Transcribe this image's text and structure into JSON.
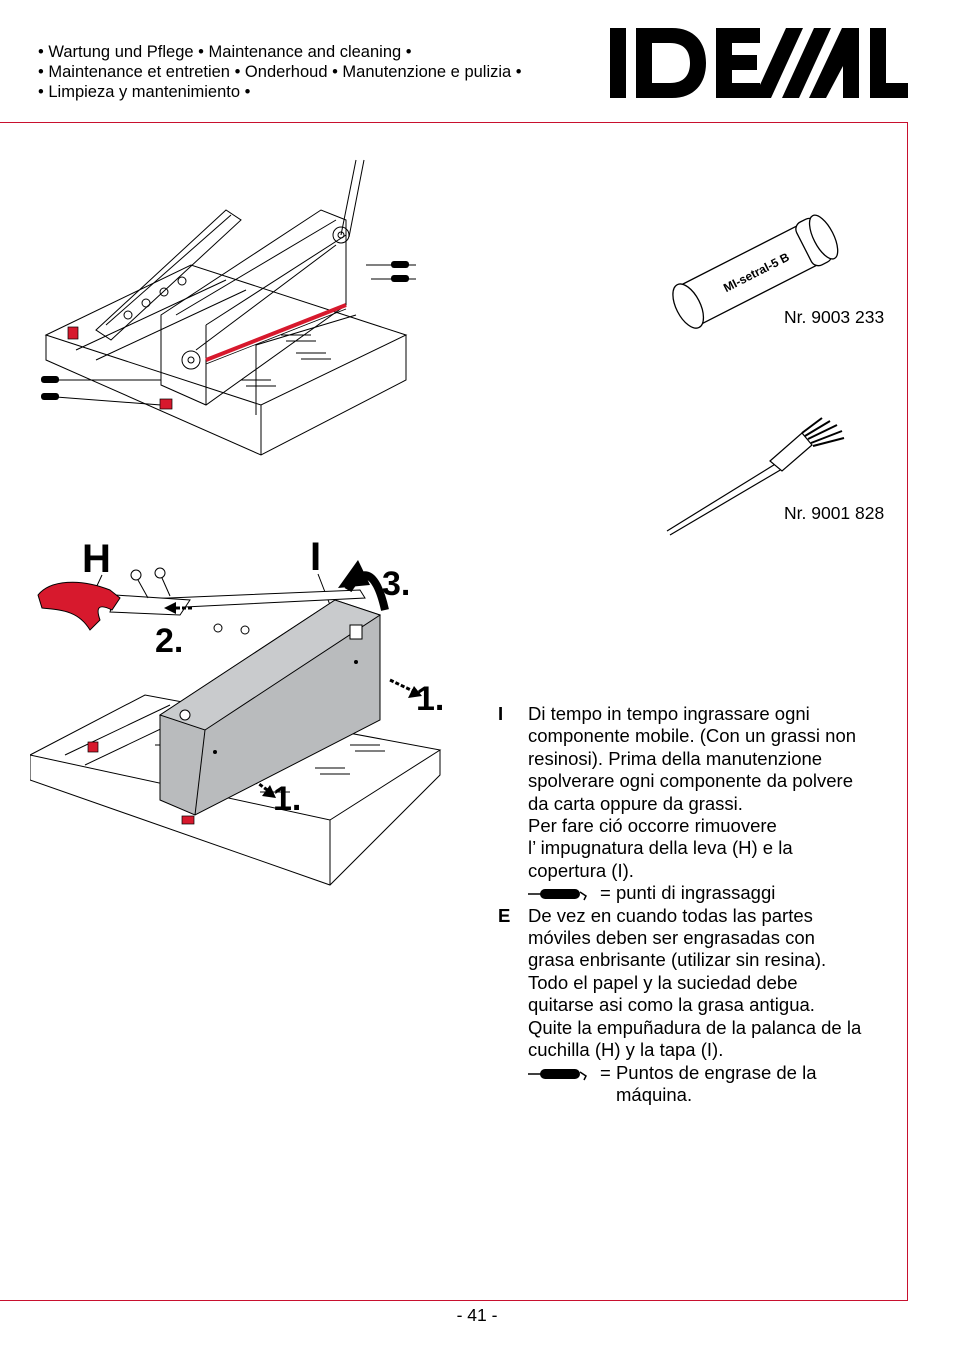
{
  "header": {
    "line1": "• Wartung und Pflege • Maintenance and cleaning •",
    "line2": "• Maintenance et entretien • Onderhoud • Manutenzione e pulizia •",
    "line3": "• Limpieza y mantenimiento •"
  },
  "logo": {
    "text": "IDEAL",
    "color": "#000000"
  },
  "colors": {
    "frame": "#c8102e",
    "handle": "#d7192d",
    "cover": "#b9bbbd"
  },
  "figures": {
    "callout_h": "H",
    "callout_i": "I",
    "step1": "1.",
    "step2": "2.",
    "step3": "3.",
    "tube_label": "MI-setral-5 B"
  },
  "parts": {
    "grease": "Nr. 9003 233",
    "brush": "Nr. 9001 828"
  },
  "instructions": {
    "italian": {
      "lang": "I",
      "lines": [
        "Di tempo in tempo ingrassare ogni",
        "componente mobile. (Con un grassi non",
        "resinosi). Prima della manutenzione",
        "spolverare ogni componente da polvere",
        "da carta oppure da grassi.",
        "Per fare ció occorre rimuovere",
        "l’ impugnatura della leva (H) e la",
        "copertura (I)."
      ],
      "legend": "= punti di ingrassaggi"
    },
    "spanish": {
      "lang": "E",
      "lines": [
        "De vez en cuando todas las partes",
        "móviles deben ser engrasadas con",
        "grasa enbrisante (utilizar sin resina).",
        "Todo el papel y la suciedad debe",
        "quitarse asi como la grasa antigua.",
        "Quite la empuñadura de la palanca de la",
        "cuchilla (H) y la tapa (I)."
      ],
      "legend_line1": "= Puntos de engrase de la",
      "legend_line2": "máquina."
    }
  },
  "page_number": "- 41 -"
}
